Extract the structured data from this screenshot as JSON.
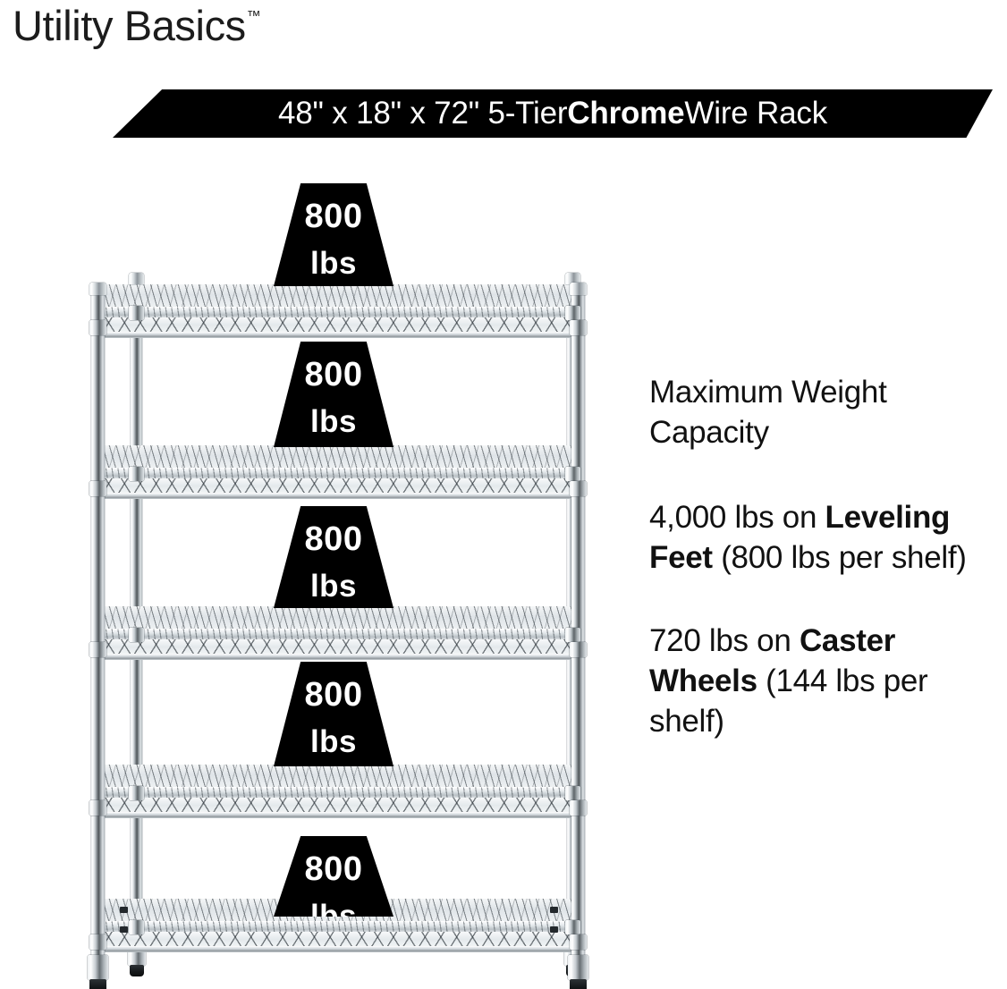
{
  "brand": {
    "name": "Utility Basics",
    "trademark": "™"
  },
  "banner": {
    "dimensions": "48\" x 18\" x 72\" 5-Tier ",
    "emphasis": "Chrome",
    "suffix": " Wire Rack",
    "background_color": "#000000",
    "text_color": "#ffffff"
  },
  "info": {
    "heading": "Maximum Weight Capacity",
    "leveling": {
      "lead": "4,000 lbs on ",
      "emphasis": "Leveling Feet",
      "tail": " (800 lbs per shelf)"
    },
    "caster": {
      "lead": "720 lbs on ",
      "emphasis": "Caster Wheels",
      "tail": " (144 lbs per shelf)"
    }
  },
  "rack": {
    "tier_count": 5,
    "callouts": [
      {
        "value": "800",
        "unit": "lbs"
      },
      {
        "value": "800",
        "unit": "lbs"
      },
      {
        "value": "800",
        "unit": "lbs"
      },
      {
        "value": "800",
        "unit": "lbs"
      },
      {
        "value": "800",
        "unit": "lbs"
      }
    ],
    "colors": {
      "chrome_light": "#ffffff",
      "chrome_mid": "#c6ccd1",
      "chrome_dark": "#4e5458",
      "callout_fill": "#000000",
      "callout_text": "#ffffff",
      "foot_tip": "#15181a"
    }
  },
  "page": {
    "background_color": "#ffffff"
  }
}
